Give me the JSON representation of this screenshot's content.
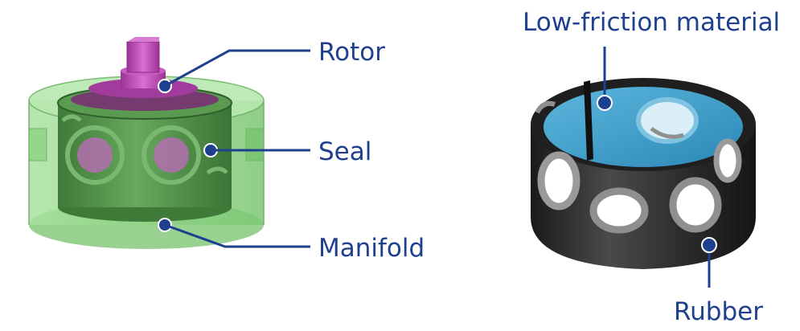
{
  "labels": {
    "rotor": "Rotor",
    "seal": "Seal",
    "manifold": "Manifold",
    "low_friction": "Low-friction material",
    "rubber": "Rubber"
  },
  "colors": {
    "callout": "#1f3f8f",
    "manifold": "#8ad27f",
    "seal": "#4f8f47",
    "rotor": "#c64dc0",
    "rubber": "#2b2b2b",
    "lining": "#3a9cc7"
  }
}
